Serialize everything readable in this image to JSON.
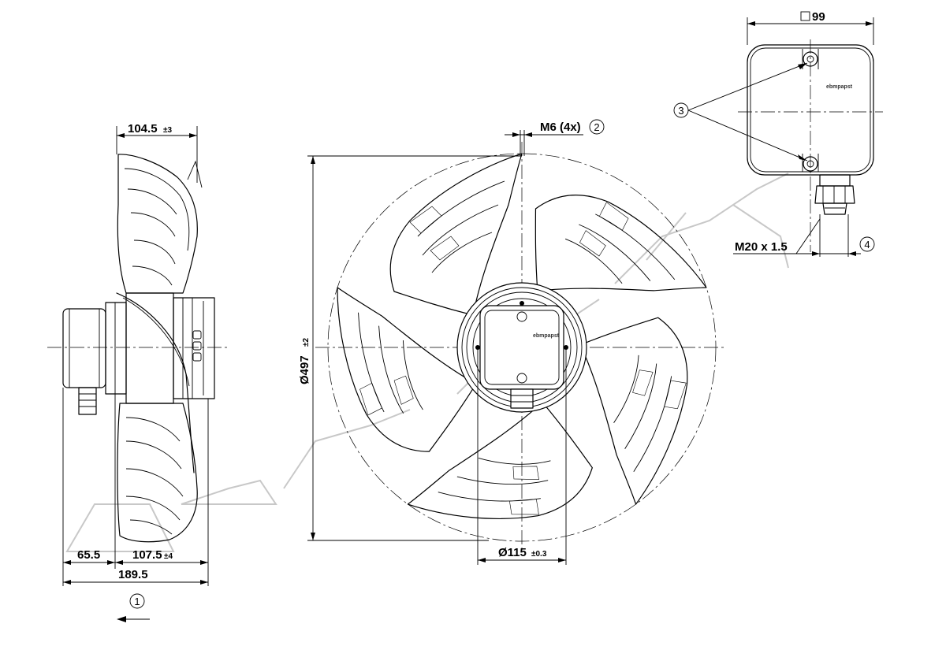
{
  "dimensions": {
    "side_width_value": "104.5",
    "side_width_tol": "±3",
    "mount_screws": "M6 (4x)",
    "callout_2": "2",
    "diameter_value": "Ø497",
    "diameter_tol": "±2",
    "hub_value": "Ø115",
    "hub_tol": "±0.3",
    "box_size": "99",
    "gland_thread": "M20 x 1.5",
    "callout_3": "3",
    "callout_4": "4",
    "offset_left": "65.5",
    "depth_value": "107.5",
    "depth_tol": "±4",
    "total_depth": "189.5",
    "callout_1": "1"
  },
  "brand": {
    "box_logo": "ebmpapst",
    "hub_logo": "ebmpapst"
  }
}
